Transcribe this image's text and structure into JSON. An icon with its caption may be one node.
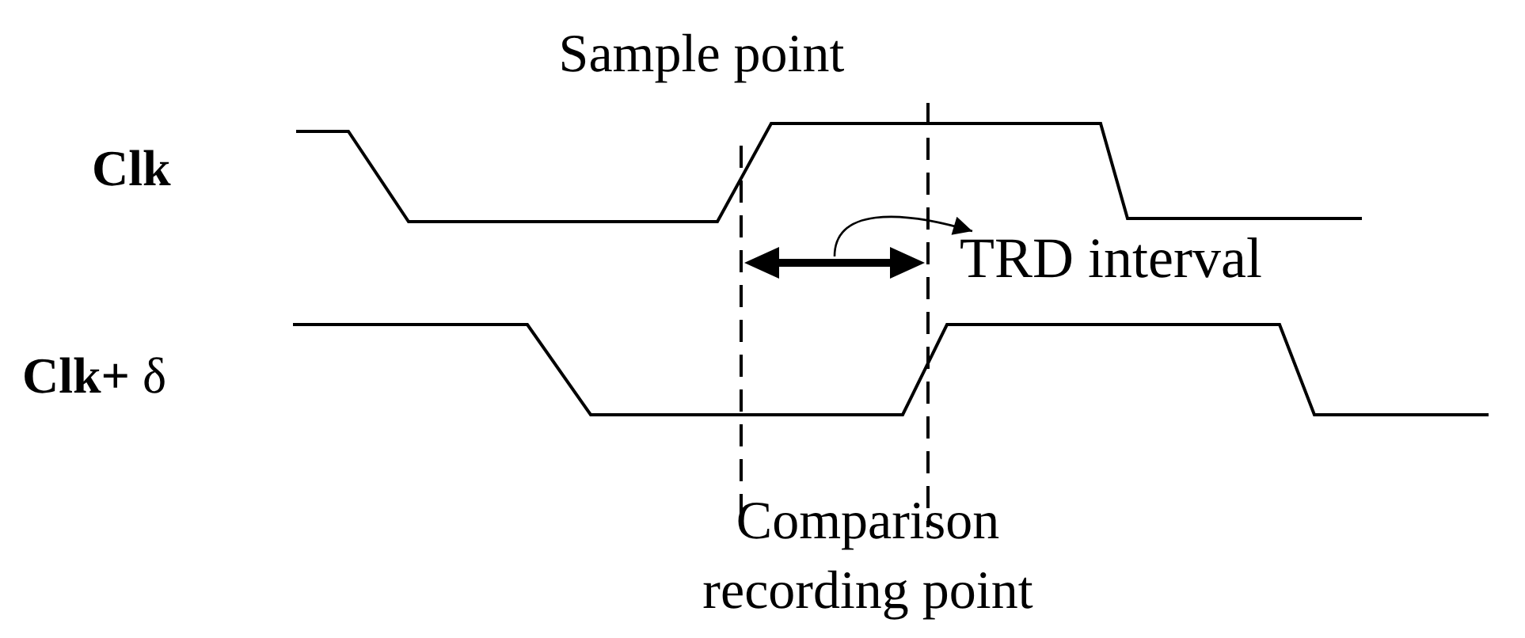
{
  "diagram": {
    "nodes": [
      {
        "text": [],
        "shape": "arrow"
      },
      {
        "text": [
          "TRD interval"
        ]
      }
    ],
    "edges": [
      {
        "from": 0,
        "to": 1,
        "arrow": "to"
      }
    ],
    "labels": [
      "Sample point",
      "Clk",
      "**Clk+** δ",
      "Comparison recording point"
    ]
  }
}
